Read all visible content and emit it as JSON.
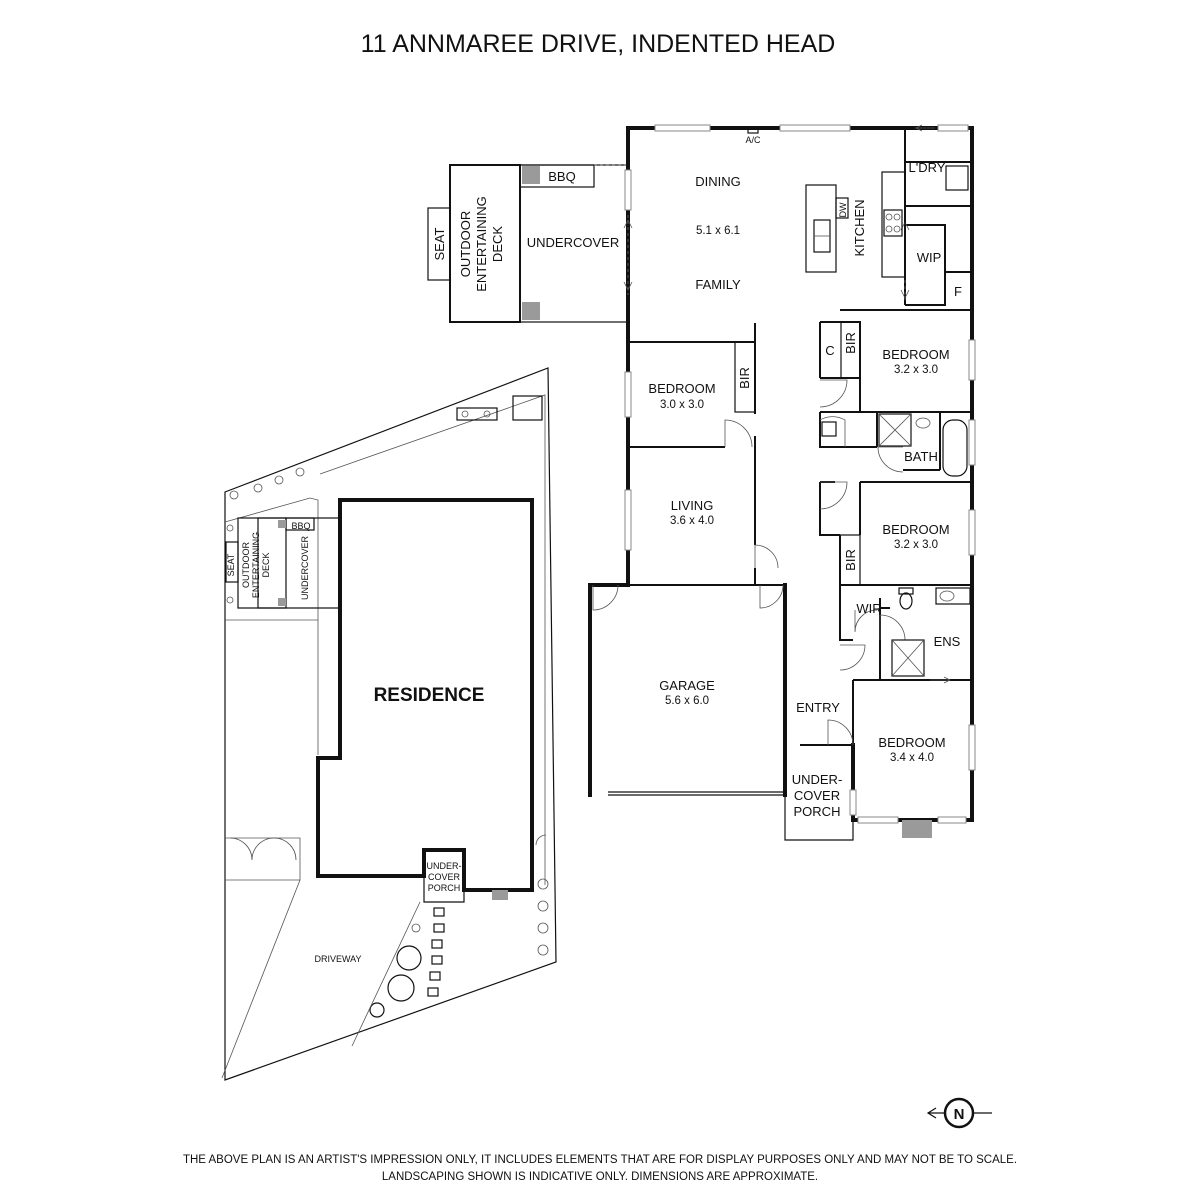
{
  "title": "11 ANNMAREE DRIVE, INDENTED HEAD",
  "floorplan": {
    "dining": "DINING",
    "dining_dims": "5.1 x 6.1",
    "family": "FAMILY",
    "kitchen": "KITCHEN",
    "dw": "DW",
    "ac": "A/C",
    "laundry": "L'DRY",
    "wip": "WIP",
    "f": "F",
    "bbq": "BBQ",
    "undercover": "UNDERCOVER",
    "seat": "SEAT",
    "deck_line1": "OUTDOOR",
    "deck_line2": "ENTERTAINING",
    "deck_line3": "DECK",
    "bedroom_west": "BEDROOM",
    "bedroom_west_dims": "3.0 x 3.0",
    "bir": "BIR",
    "c": "C",
    "bedroom_ne": "BEDROOM",
    "bedroom_ne_dims": "3.2 x 3.0",
    "bath": "BATH",
    "living": "LIVING",
    "living_dims": "3.6 x 4.0",
    "bedroom_e": "BEDROOM",
    "bedroom_e_dims": "3.2 x 3.0",
    "wir": "WIR",
    "ens": "ENS",
    "garage": "GARAGE",
    "garage_dims": "5.6 x 6.0",
    "entry": "ENTRY",
    "porch_line1": "UNDER-",
    "porch_line2": "COVER",
    "porch_line3": "PORCH",
    "bedroom_main": "BEDROOM",
    "bedroom_main_dims": "3.4 x 4.0"
  },
  "siteplan": {
    "residence": "RESIDENCE",
    "driveway": "DRIVEWAY",
    "bbq": "BBQ",
    "seat": "SEAT",
    "deck_line1": "OUTDOOR",
    "deck_line2": "ENTERTAINING",
    "deck_line3": "DECK",
    "undercover": "UNDERCOVER",
    "porch_line1": "UNDER-",
    "porch_line2": "COVER",
    "porch_line3": "PORCH"
  },
  "compass": {
    "letter": "N"
  },
  "disclaimer": {
    "line1": "THE ABOVE PLAN IS AN ARTIST'S IMPRESSION ONLY, IT INCLUDES ELEMENTS THAT ARE FOR DISPLAY PURPOSES ONLY AND MAY NOT BE TO SCALE.",
    "line2": "LANDSCAPING SHOWN IS INDICATIVE ONLY. DIMENSIONS ARE APPROXIMATE."
  }
}
